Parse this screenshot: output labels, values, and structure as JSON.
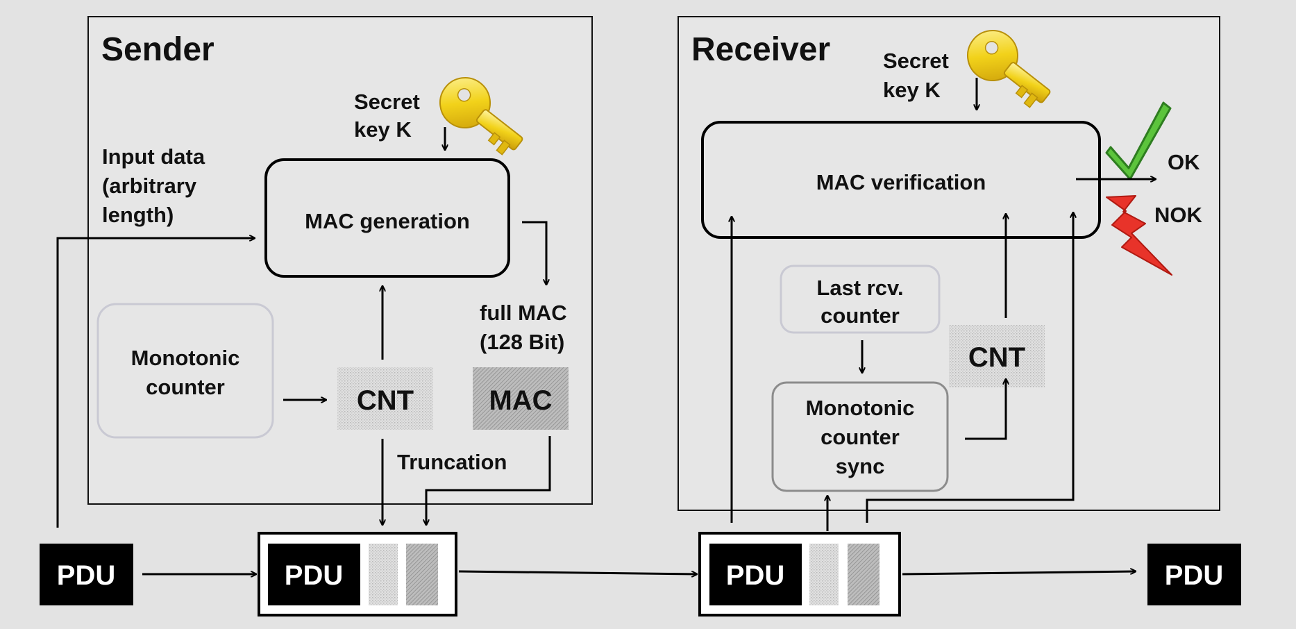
{
  "sender": {
    "title": "Sender",
    "secret_key_line1": "Secret",
    "secret_key_line2": "key K",
    "input_line1": "Input data",
    "input_line2": "(arbitrary",
    "input_line3": "length)",
    "mac_generation": "MAC generation",
    "full_mac_line1": "full MAC",
    "full_mac_line2": "(128 Bit)",
    "monotonic_line1": "Monotonic",
    "monotonic_line2": "counter",
    "cnt": "CNT",
    "mac": "MAC",
    "truncation": "Truncation"
  },
  "receiver": {
    "title": "Receiver",
    "secret_key_line1": "Secret",
    "secret_key_line2": "key K",
    "mac_verification": "MAC verification",
    "ok": "OK",
    "nok": "NOK",
    "last_rcv_line1": "Last rcv.",
    "last_rcv_line2": "counter",
    "cnt": "CNT",
    "sync_line1": "Monotonic",
    "sync_line2": "counter",
    "sync_line3": "sync"
  },
  "pdu": {
    "input": "PDU",
    "secured_sender": "PDU",
    "secured_receiver": "PDU",
    "output": "PDU"
  },
  "colors": {
    "background": "#e3e3e3",
    "black": "#000000",
    "key_gold": "#f2d21a",
    "check_green": "#5cc43c",
    "bolt_red": "#e8332a"
  }
}
